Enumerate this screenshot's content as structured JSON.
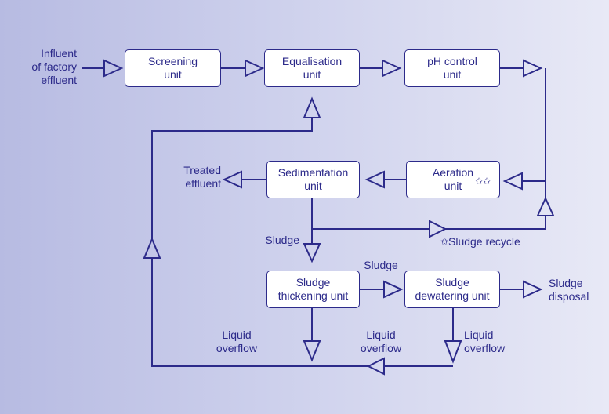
{
  "colors": {
    "line": "#2c2a8a",
    "box_fill": "#ffffff",
    "background_left": "#b7bbe2",
    "background_right": "#e8e9f6"
  },
  "boxes": {
    "screening": "Screening\nunit",
    "equalisation": "Equalisation\nunit",
    "ph_control": "pH control\nunit",
    "aeration": "Aeration\nunit",
    "sedimentation": "Sedimentation\nunit",
    "thickening": "Sludge\nthickening unit",
    "dewatering": "Sludge\ndewatering unit"
  },
  "labels": {
    "influent": "Influent\nof factory\neffluent",
    "treated_effluent": "Treated\neffluent",
    "sludge_from_sedimentation": "Sludge",
    "sludge_recycle": "Sludge recycle",
    "sludge_to_dewatering": "Sludge",
    "sludge_disposal": "Sludge\ndisposal",
    "liquid_overflow_left": "Liquid\noverflow",
    "liquid_overflow_mid": "Liquid\noverflow",
    "liquid_overflow_right": "Liquid\noverflow",
    "aeration_stars": "✩✩",
    "recycle_star": "✩"
  }
}
